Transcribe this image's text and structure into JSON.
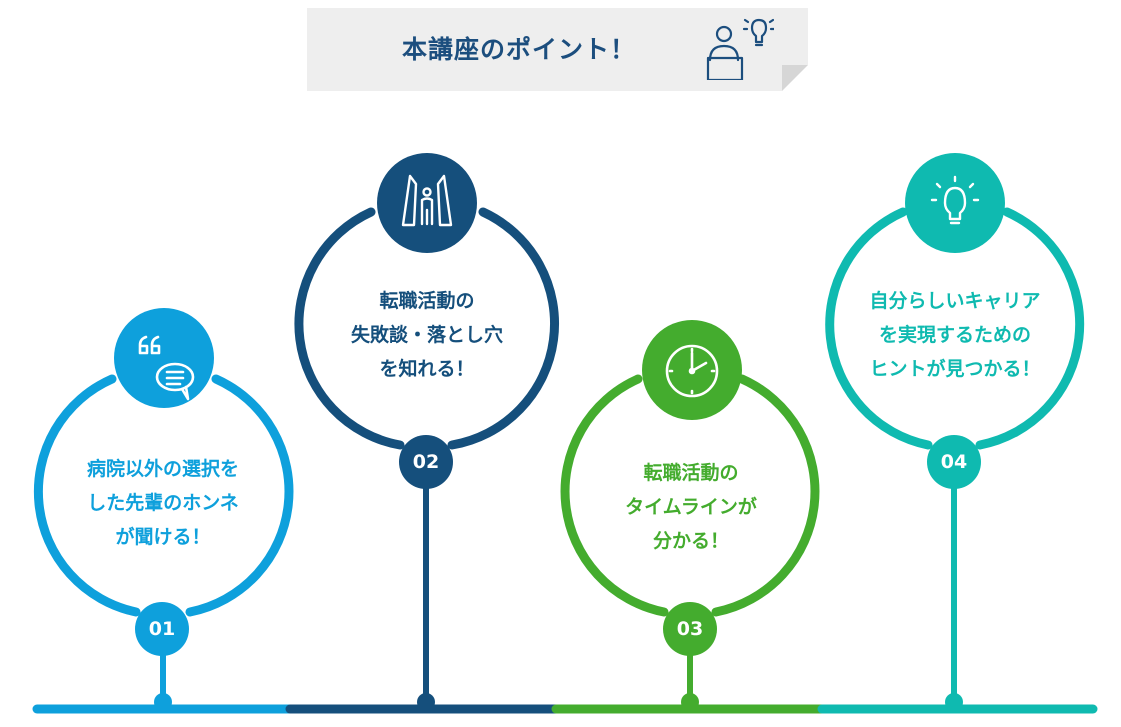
{
  "header": {
    "title": "本講座のポイント！"
  },
  "colors": {
    "blue": "#0ea0dc",
    "navy": "#154f7c",
    "green": "#44ac2e",
    "teal": "#0fbab0"
  },
  "points": [
    {
      "number": "01",
      "lines": [
        "病院以外の選択を",
        "した先輩のホンネ",
        "が聞ける！"
      ],
      "icon": "quote-chat-icon",
      "color": "#0ea0dc"
    },
    {
      "number": "02",
      "lines": [
        "転職活動の",
        "失敗談・落とし穴",
        "を知れる！"
      ],
      "icon": "pitfall-person-icon",
      "color": "#154f7c"
    },
    {
      "number": "03",
      "lines": [
        "転職活動の",
        "タイムラインが",
        "分かる！"
      ],
      "icon": "clock-icon",
      "color": "#44ac2e"
    },
    {
      "number": "04",
      "lines": [
        "自分らしいキャリア",
        "を実現するための",
        "ヒントが見つかる！"
      ],
      "icon": "lightbulb-icon",
      "color": "#0fbab0"
    }
  ]
}
